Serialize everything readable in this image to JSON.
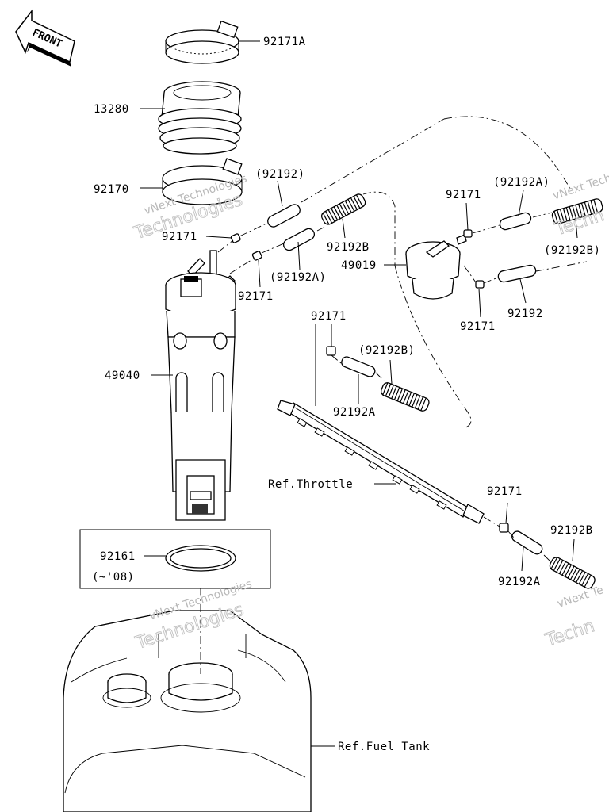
{
  "front_label": "FRONT",
  "part_labels": [
    {
      "id": "l1",
      "text": "92171A"
    },
    {
      "id": "l2",
      "text": "13280"
    },
    {
      "id": "l3",
      "text": "92170"
    },
    {
      "id": "l4",
      "text": "(92192)"
    },
    {
      "id": "l5",
      "text": "92171"
    },
    {
      "id": "l6",
      "text": "92192B"
    },
    {
      "id": "l7",
      "text": "(92192A)"
    },
    {
      "id": "l8",
      "text": "92171"
    },
    {
      "id": "l9",
      "text": "49040"
    },
    {
      "id": "l10",
      "text": "92171"
    },
    {
      "id": "l11",
      "text": "(92192A)"
    },
    {
      "id": "l12",
      "text": "(92192B)"
    },
    {
      "id": "l13",
      "text": "49019"
    },
    {
      "id": "l14",
      "text": "92171"
    },
    {
      "id": "l15",
      "text": "92192"
    },
    {
      "id": "l16",
      "text": "92171"
    },
    {
      "id": "l17",
      "text": "(92192B)"
    },
    {
      "id": "l18",
      "text": "92192A"
    },
    {
      "id": "l19",
      "text": "Ref.Throttle"
    },
    {
      "id": "l20",
      "text": "92171"
    },
    {
      "id": "l21",
      "text": "92192B"
    },
    {
      "id": "l22",
      "text": "92192A"
    },
    {
      "id": "l23",
      "text": "92161"
    },
    {
      "id": "l24",
      "text": "(~'08)"
    },
    {
      "id": "l25",
      "text": "Ref.Fuel Tank"
    }
  ],
  "watermarks": [
    {
      "id": "w1",
      "line1": "vNext Technologies",
      "line2": "Technologies"
    },
    {
      "id": "w2",
      "line1": "vNext Technologies",
      "line2": "Techn"
    },
    {
      "id": "w3",
      "line1": "vNext Technologies",
      "line2": "Technologies"
    },
    {
      "id": "w4",
      "line1": "vNext Te",
      "line2": "Techn"
    }
  ]
}
